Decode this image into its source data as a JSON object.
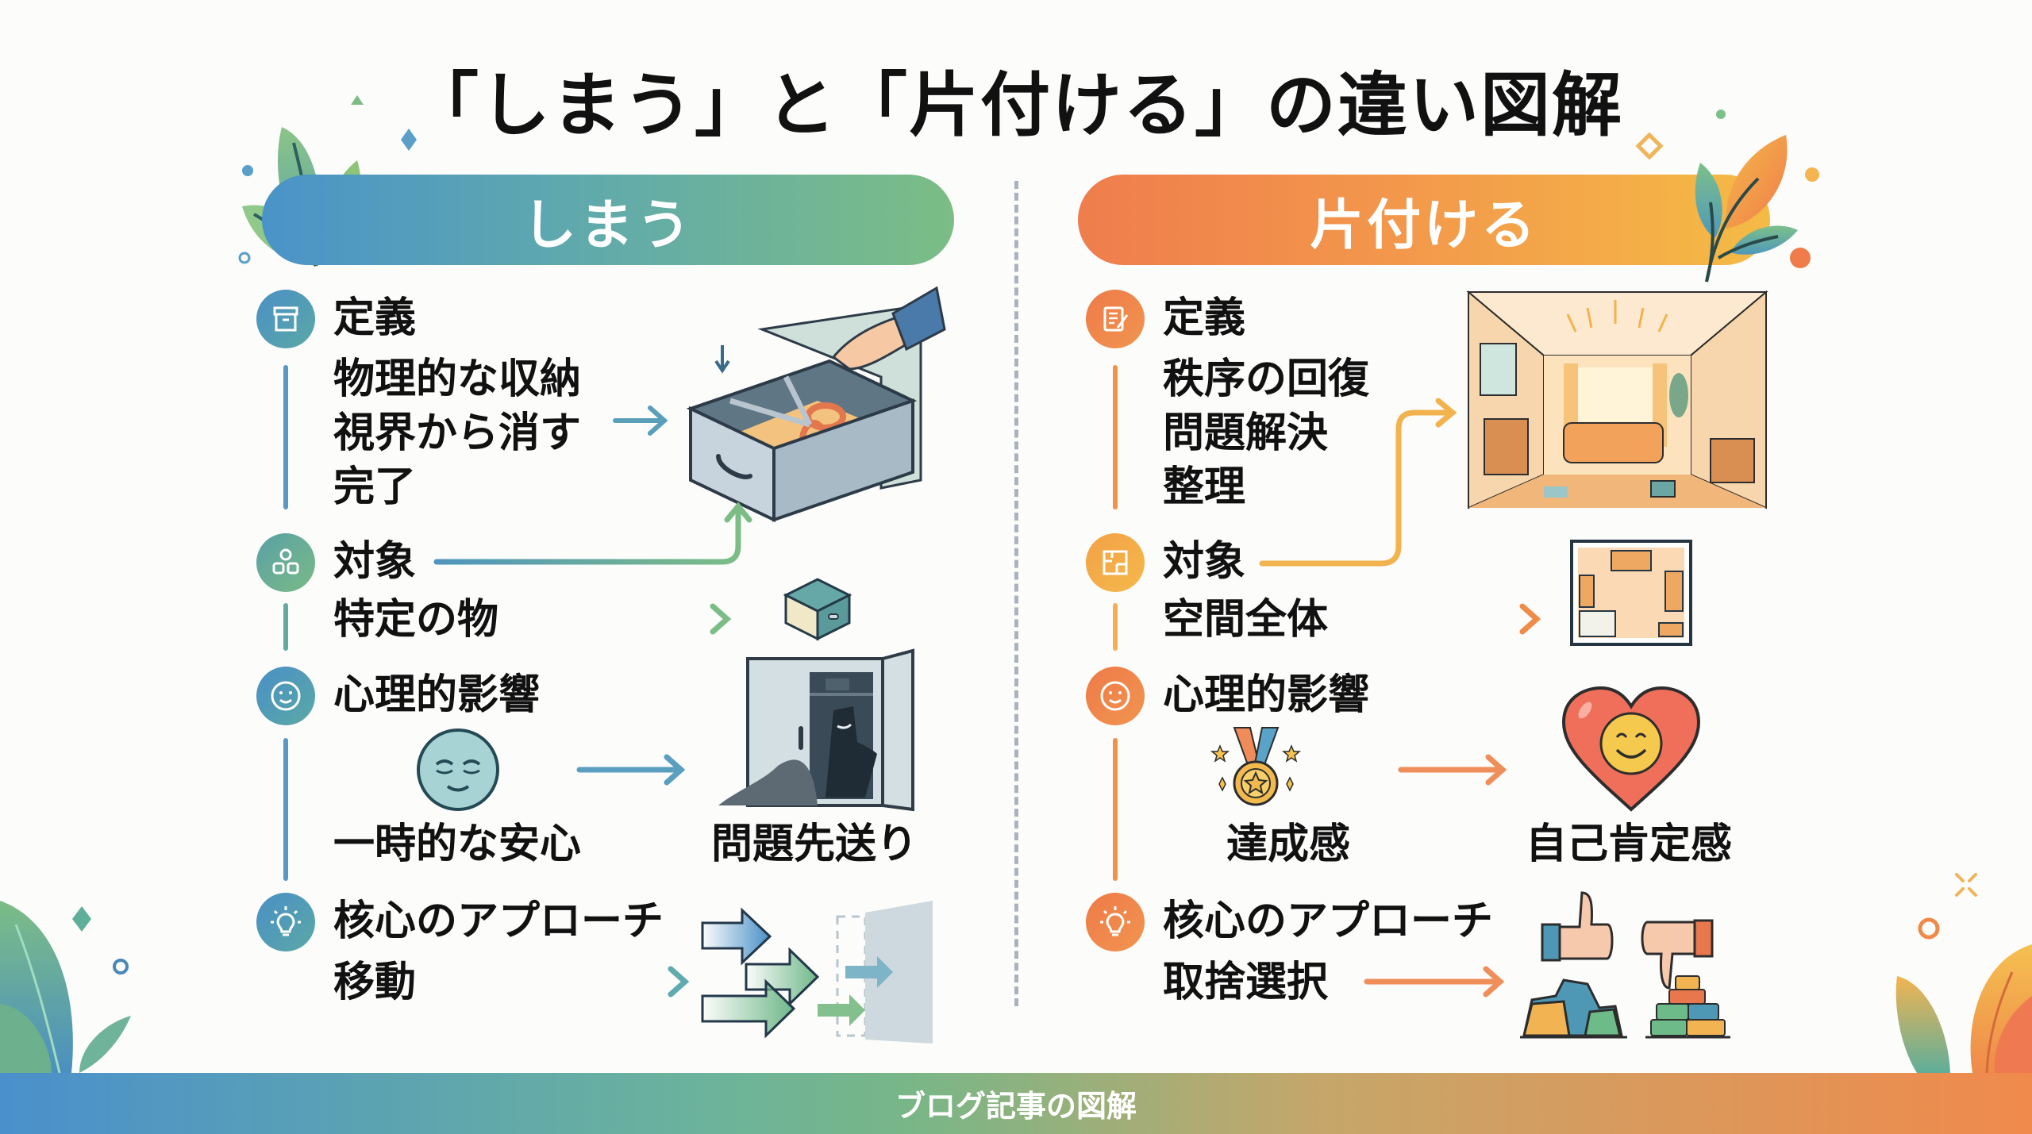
{
  "title": "「しまう」と「片付ける」の違い図解",
  "footer": "ブログ記事の図解",
  "colors": {
    "left_accent": "#4a93c9",
    "left_accent2": "#7cbd85",
    "right_accent": "#ef7d4d",
    "right_accent2": "#f4bb45",
    "divider": "#aab3bd"
  },
  "left": {
    "header": "しまう",
    "sections": [
      {
        "icon": "storage-box-icon",
        "heading": "定義",
        "lines": [
          "物理的な収納",
          "視界から消す",
          "完了"
        ],
        "illustration": "drawer-with-scissors-illustration"
      },
      {
        "icon": "objects-icon",
        "heading": "対象",
        "lines": [
          "特定の物"
        ],
        "illustration": "small-box-illustration"
      },
      {
        "icon": "smile-icon",
        "heading": "心理的影響",
        "from_label": "一時的な安心",
        "to_label": "問題先送り",
        "from_illustration": "relieved-face-illustration",
        "to_illustration": "closet-with-monster-illustration"
      },
      {
        "icon": "lightbulb-icon",
        "heading": "核心のアプローチ",
        "lines": [
          "移動"
        ],
        "illustration": "moving-arrows-illustration"
      }
    ]
  },
  "right": {
    "header": "片付ける",
    "sections": [
      {
        "icon": "document-edit-icon",
        "heading": "定義",
        "lines": [
          "秩序の回復",
          "問題解決",
          "整理"
        ],
        "illustration": "living-room-illustration"
      },
      {
        "icon": "floor-plan-icon",
        "heading": "対象",
        "lines": [
          "空間全体"
        ],
        "illustration": "floor-plan-illustration"
      },
      {
        "icon": "smile-icon",
        "heading": "心理的影響",
        "from_label": "達成感",
        "to_label": "自己肯定感",
        "from_illustration": "medal-illustration",
        "to_illustration": "heart-smile-illustration"
      },
      {
        "icon": "lightbulb-icon",
        "heading": "核心のアプローチ",
        "lines": [
          "取捨選択"
        ],
        "illustration": "thumbs-and-blocks-illustration"
      }
    ]
  }
}
